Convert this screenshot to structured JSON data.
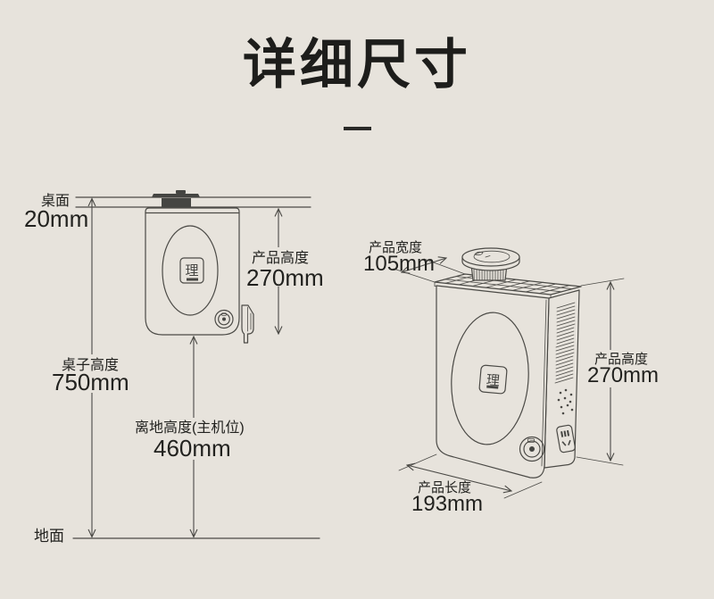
{
  "title": "详细尺寸",
  "colors": {
    "background": "#e7e3dc",
    "line": "#4b4a46",
    "text": "#22221f",
    "dark_fill": "#454542"
  },
  "left_diagram": {
    "desk_label": "桌面",
    "desk_thickness_value": "20mm",
    "product_height_label": "产品高度",
    "product_height_value": "270mm",
    "table_height_label": "桌子高度",
    "table_height_value": "750mm",
    "ground_clearance_label": "离地高度(主机位)",
    "ground_clearance_value": "460mm",
    "ground_label": "地面",
    "logo_glyph": "理"
  },
  "right_diagram": {
    "width_label": "产品宽度",
    "width_value": "105mm",
    "height_label": "产品高度",
    "height_value": "270mm",
    "length_label": "产品长度",
    "length_value": "193mm",
    "logo_glyph": "理"
  }
}
